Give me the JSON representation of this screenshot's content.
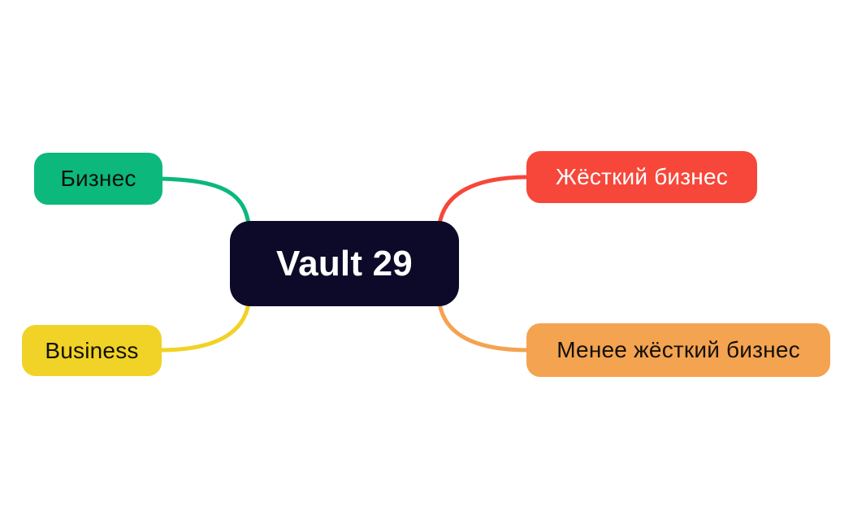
{
  "canvas": {
    "background": "#ffffff"
  },
  "mindmap": {
    "root": {
      "label": "Vault 29",
      "fill": "#0C0A28",
      "text_color": "#ffffff"
    },
    "branches": [
      {
        "id": "biznes",
        "label": "Бизнес",
        "side": "top-left",
        "fill": "#0CB87B",
        "text_color": "#0a120d"
      },
      {
        "id": "zhyostkiy-biznes",
        "label": "Жёсткий бизнес",
        "side": "top-right",
        "fill": "#F7473A",
        "text_color": "#ffffff"
      },
      {
        "id": "business",
        "label": "Business",
        "side": "bottom-left",
        "fill": "#F1D226",
        "text_color": "#121208"
      },
      {
        "id": "menee-zhyostkiy-biznes",
        "label": "Менее жёсткий бизнес",
        "side": "bottom-right",
        "fill": "#F4A351",
        "text_color": "#14100a"
      }
    ]
  }
}
